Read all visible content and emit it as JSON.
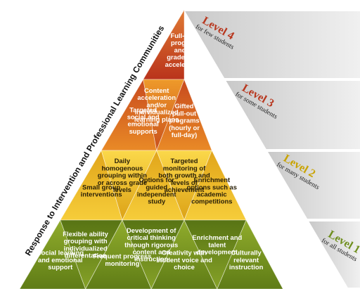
{
  "side_title": "Response to Intervention and Professional Learning Communities",
  "levels": [
    {
      "title": "Level 4",
      "subtitle": "for few students",
      "color": "#b8371e",
      "cells": [
        "Full-time program and/or grade-level acceleration"
      ]
    },
    {
      "title": "Level 3",
      "subtitle": "for some students",
      "color": "#b8371e",
      "cells": [
        "Targeted social and emotional supports",
        "Content acceleration and/or individualized learning plans",
        "Gifted pull-out programs (hourly or full-day)"
      ]
    },
    {
      "title": "Level 2",
      "subtitle": "for many students",
      "color": "#c9a300",
      "cells": [
        "Small group interventions",
        "Daily homogenous grouping within or across grade levels",
        "Options for guided independent study",
        "Targeted monitoring of both growth and levels of achievement",
        "Enrichment options such as academic competitions"
      ]
    },
    {
      "title": "Level 1",
      "subtitle": "for all students",
      "color": "#6f8f1e",
      "cells": [
        "Social learning and emotional support",
        "Flexible ability grouping with individualized differentation",
        "Frequent progress monitoring",
        "Development of critical thinking through rigorous content and instruction",
        "Creativity with student voice and choice",
        "Enrichment and talent development",
        "Culturally relevant instruction"
      ]
    }
  ],
  "colors": {
    "level4": "#c0371c",
    "level3": "#d9691c",
    "level2": "#f0bf1a",
    "level1": "#7d9a22",
    "band": "#d6d6d6"
  }
}
